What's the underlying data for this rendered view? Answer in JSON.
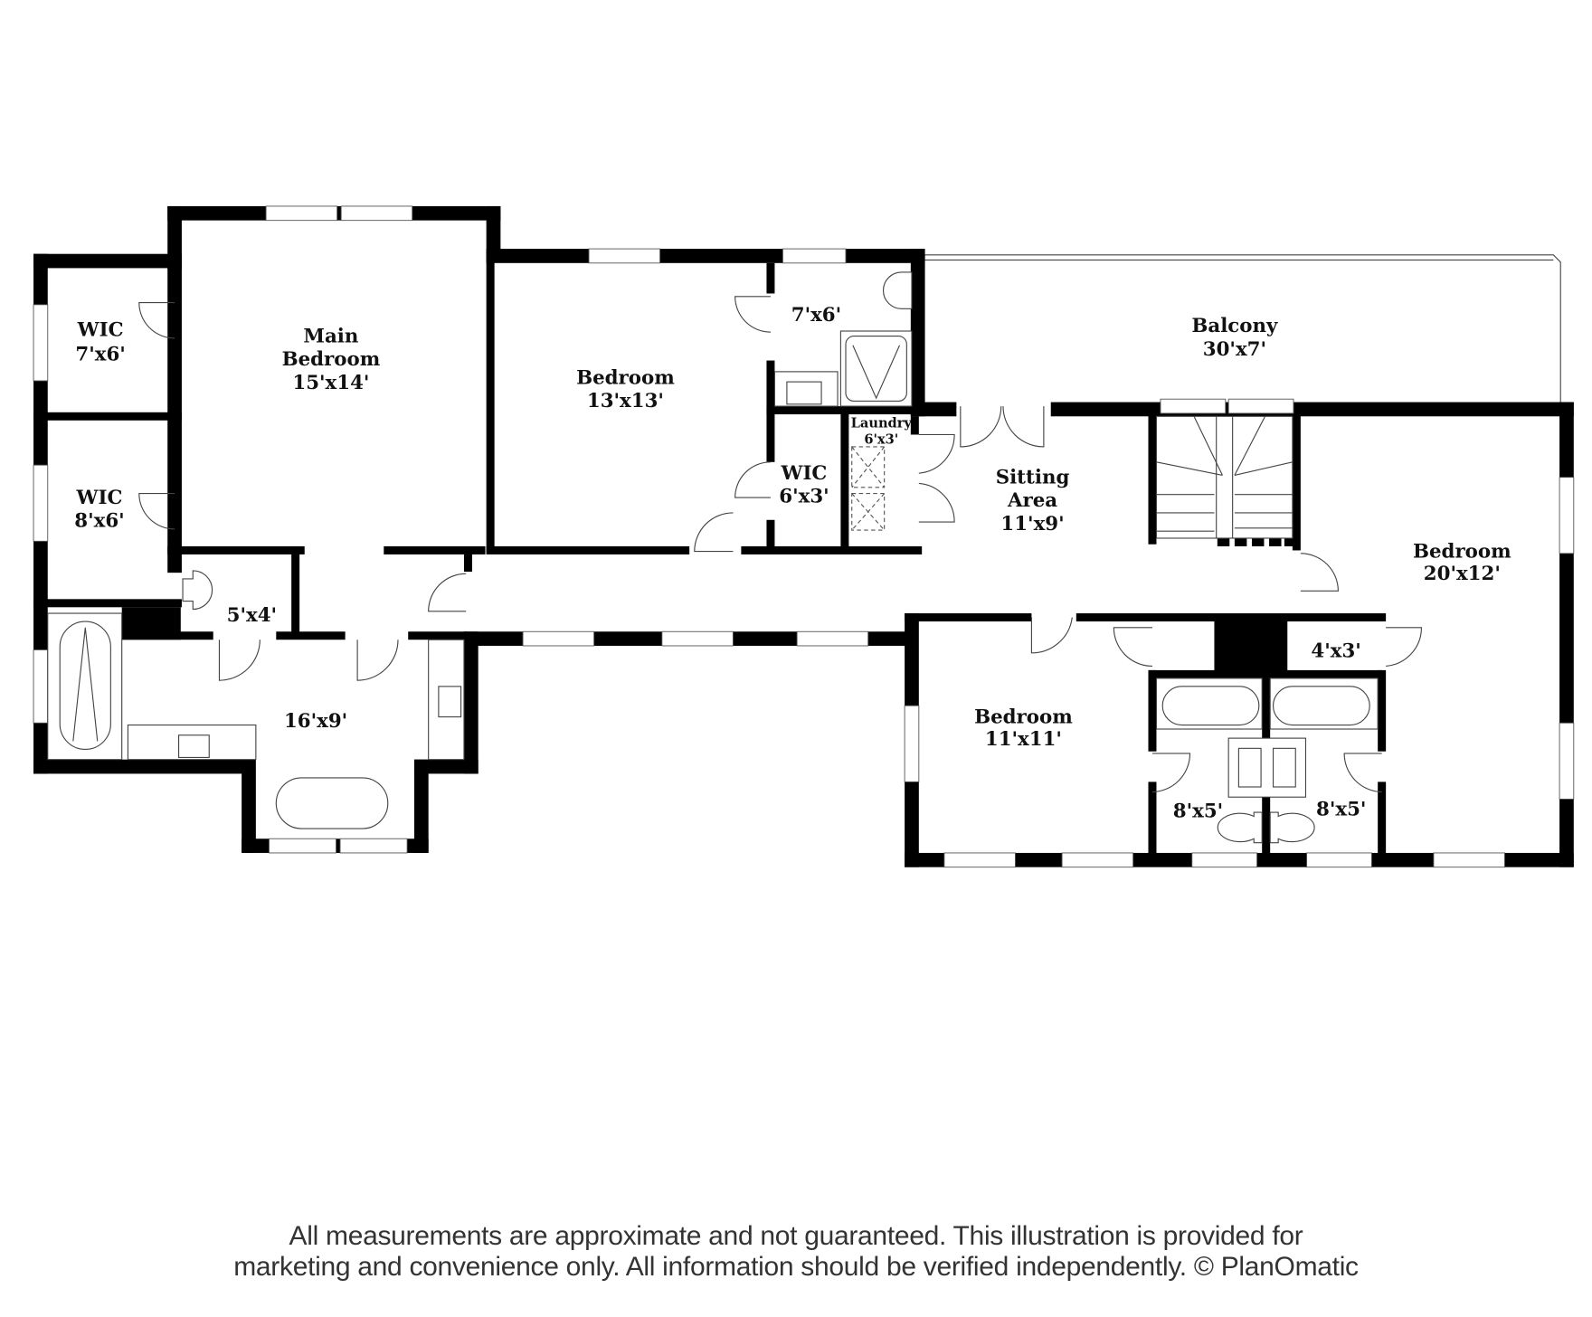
{
  "floorplan": {
    "rooms": [
      {
        "id": "wic-1",
        "name": "WIC",
        "size": "7'x6'"
      },
      {
        "id": "main-bedroom",
        "name_line1": "Main",
        "name_line2": "Bedroom",
        "size": "15'x14'"
      },
      {
        "id": "wic-2",
        "name": "WIC",
        "size": "8'x6'"
      },
      {
        "id": "wc",
        "name": "",
        "size": "5'x4'"
      },
      {
        "id": "main-bath",
        "name": "",
        "size": "16'x9'"
      },
      {
        "id": "bedroom-2",
        "name": "Bedroom",
        "size": "13'x13'"
      },
      {
        "id": "bath-2",
        "name": "",
        "size": "7'x6'"
      },
      {
        "id": "wic-3",
        "name": "WIC",
        "size": "6'x3'"
      },
      {
        "id": "laundry",
        "name": "Laundry",
        "size": "6'x3'"
      },
      {
        "id": "balcony",
        "name": "Balcony",
        "size": "30'x7'"
      },
      {
        "id": "sitting-area",
        "name_line1": "Sitting",
        "name_line2": "Area",
        "size": "11'x9'"
      },
      {
        "id": "bedroom-3",
        "name": "Bedroom",
        "size": "20'x12'"
      },
      {
        "id": "closet",
        "name": "",
        "size": "4'x3'"
      },
      {
        "id": "bedroom-4",
        "name": "Bedroom",
        "size": "11'x11'"
      },
      {
        "id": "bath-3",
        "name": "",
        "size": "8'x5'"
      },
      {
        "id": "bath-4",
        "name": "",
        "size": "8'x5'"
      }
    ]
  },
  "footer": {
    "line1": "All measurements are approximate and not guaranteed. This illustration is provided for",
    "line2": "marketing and convenience only. All information should be verified independently. © PlanOmatic"
  }
}
